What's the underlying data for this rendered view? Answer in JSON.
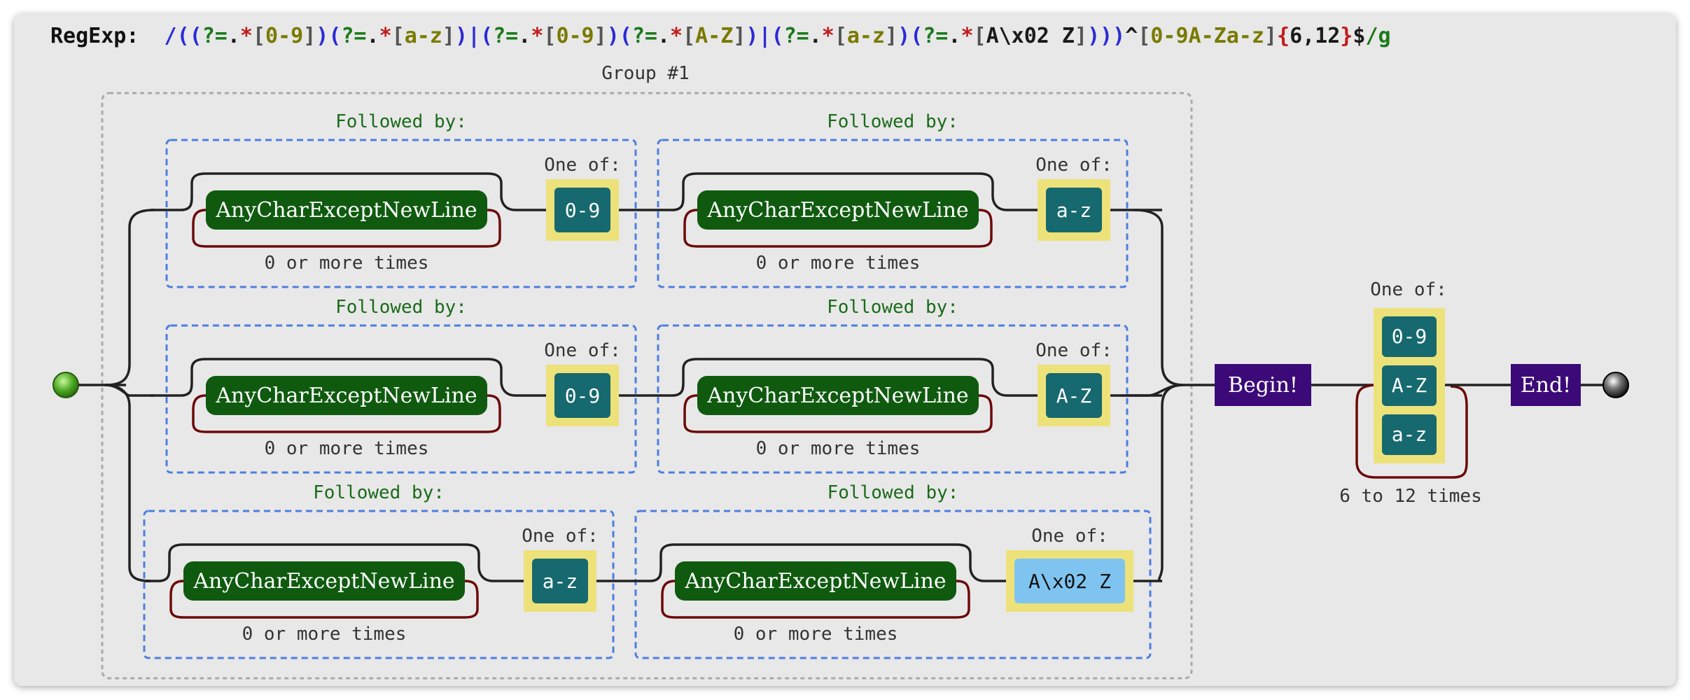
{
  "regexp": {
    "label": "RegExp:",
    "tokens": [
      {
        "t": "/",
        "c": "#2b2bd6"
      },
      {
        "t": "((",
        "c": "#2b2bd6"
      },
      {
        "t": "?=",
        "c": "#1a7a1a"
      },
      {
        "t": ".",
        "c": "#1a1a1a"
      },
      {
        "t": "*",
        "c": "#c21a1a"
      },
      {
        "t": "[",
        "c": "#555555"
      },
      {
        "t": "0-9",
        "c": "#7a7a00"
      },
      {
        "t": "]",
        "c": "#555555"
      },
      {
        "t": ")",
        "c": "#2b2bd6"
      },
      {
        "t": "(",
        "c": "#2b2bd6"
      },
      {
        "t": "?=",
        "c": "#1a7a1a"
      },
      {
        "t": ".",
        "c": "#1a1a1a"
      },
      {
        "t": "*",
        "c": "#c21a1a"
      },
      {
        "t": "[",
        "c": "#555555"
      },
      {
        "t": "a-z",
        "c": "#7a7a00"
      },
      {
        "t": "]",
        "c": "#555555"
      },
      {
        "t": ")",
        "c": "#2b2bd6"
      },
      {
        "t": "|",
        "c": "#2b2bd6"
      },
      {
        "t": "(",
        "c": "#2b2bd6"
      },
      {
        "t": "?=",
        "c": "#1a7a1a"
      },
      {
        "t": ".",
        "c": "#1a1a1a"
      },
      {
        "t": "*",
        "c": "#c21a1a"
      },
      {
        "t": "[",
        "c": "#555555"
      },
      {
        "t": "0-9",
        "c": "#7a7a00"
      },
      {
        "t": "]",
        "c": "#555555"
      },
      {
        "t": ")",
        "c": "#2b2bd6"
      },
      {
        "t": "(",
        "c": "#2b2bd6"
      },
      {
        "t": "?=",
        "c": "#1a7a1a"
      },
      {
        "t": ".",
        "c": "#1a1a1a"
      },
      {
        "t": "*",
        "c": "#c21a1a"
      },
      {
        "t": "[",
        "c": "#555555"
      },
      {
        "t": "A-Z",
        "c": "#7a7a00"
      },
      {
        "t": "]",
        "c": "#555555"
      },
      {
        "t": ")",
        "c": "#2b2bd6"
      },
      {
        "t": "|",
        "c": "#2b2bd6"
      },
      {
        "t": "(",
        "c": "#2b2bd6"
      },
      {
        "t": "?=",
        "c": "#1a7a1a"
      },
      {
        "t": ".",
        "c": "#1a1a1a"
      },
      {
        "t": "*",
        "c": "#c21a1a"
      },
      {
        "t": "[",
        "c": "#555555"
      },
      {
        "t": "a-z",
        "c": "#7a7a00"
      },
      {
        "t": "]",
        "c": "#555555"
      },
      {
        "t": ")",
        "c": "#2b2bd6"
      },
      {
        "t": "(",
        "c": "#2b2bd6"
      },
      {
        "t": "?=",
        "c": "#1a7a1a"
      },
      {
        "t": ".",
        "c": "#1a1a1a"
      },
      {
        "t": "*",
        "c": "#c21a1a"
      },
      {
        "t": "[",
        "c": "#555555"
      },
      {
        "t": "A\\x02 Z",
        "c": "#1a1a1a"
      },
      {
        "t": "]",
        "c": "#555555"
      },
      {
        "t": ")))",
        "c": "#2b2bd6"
      },
      {
        "t": "^",
        "c": "#1a1a1a"
      },
      {
        "t": "[",
        "c": "#555555"
      },
      {
        "t": "0-9A-Za-z",
        "c": "#7a7a00"
      },
      {
        "t": "]",
        "c": "#555555"
      },
      {
        "t": "{",
        "c": "#c21a1a"
      },
      {
        "t": "6,12",
        "c": "#1a1a1a"
      },
      {
        "t": "}",
        "c": "#c21a1a"
      },
      {
        "t": "$",
        "c": "#1a1a1a"
      },
      {
        "t": "/g",
        "c": "#1a7a1a"
      }
    ]
  },
  "group_label": "Group #1",
  "followed_by": "Followed by:",
  "one_of": "One of:",
  "any_char": "AnyCharExceptNewLine",
  "repeat_label": "0 or more times",
  "rows": [
    {
      "left_class": "0-9",
      "right_class": "a-z",
      "right_light": false
    },
    {
      "left_class": "0-9",
      "right_class": "A-Z",
      "right_light": false
    },
    {
      "left_class": "a-z",
      "right_class": "A\\x02 Z",
      "right_light": true
    }
  ],
  "begin": "Begin!",
  "end": "End!",
  "final_set": [
    "0-9",
    "A-Z",
    "a-z"
  ],
  "final_repeat": "6 to 12 times",
  "colors": {
    "panel": "#e8e8e8",
    "node_green": "#0f5a0f",
    "class_teal": "#16696e",
    "class_light": "#7fc4f0",
    "class_frame": "#ede27a",
    "anchor": "#3b0a78",
    "loop_red": "#6b0a0a",
    "dashed_blue": "#4d7ee0",
    "line": "#222222"
  }
}
